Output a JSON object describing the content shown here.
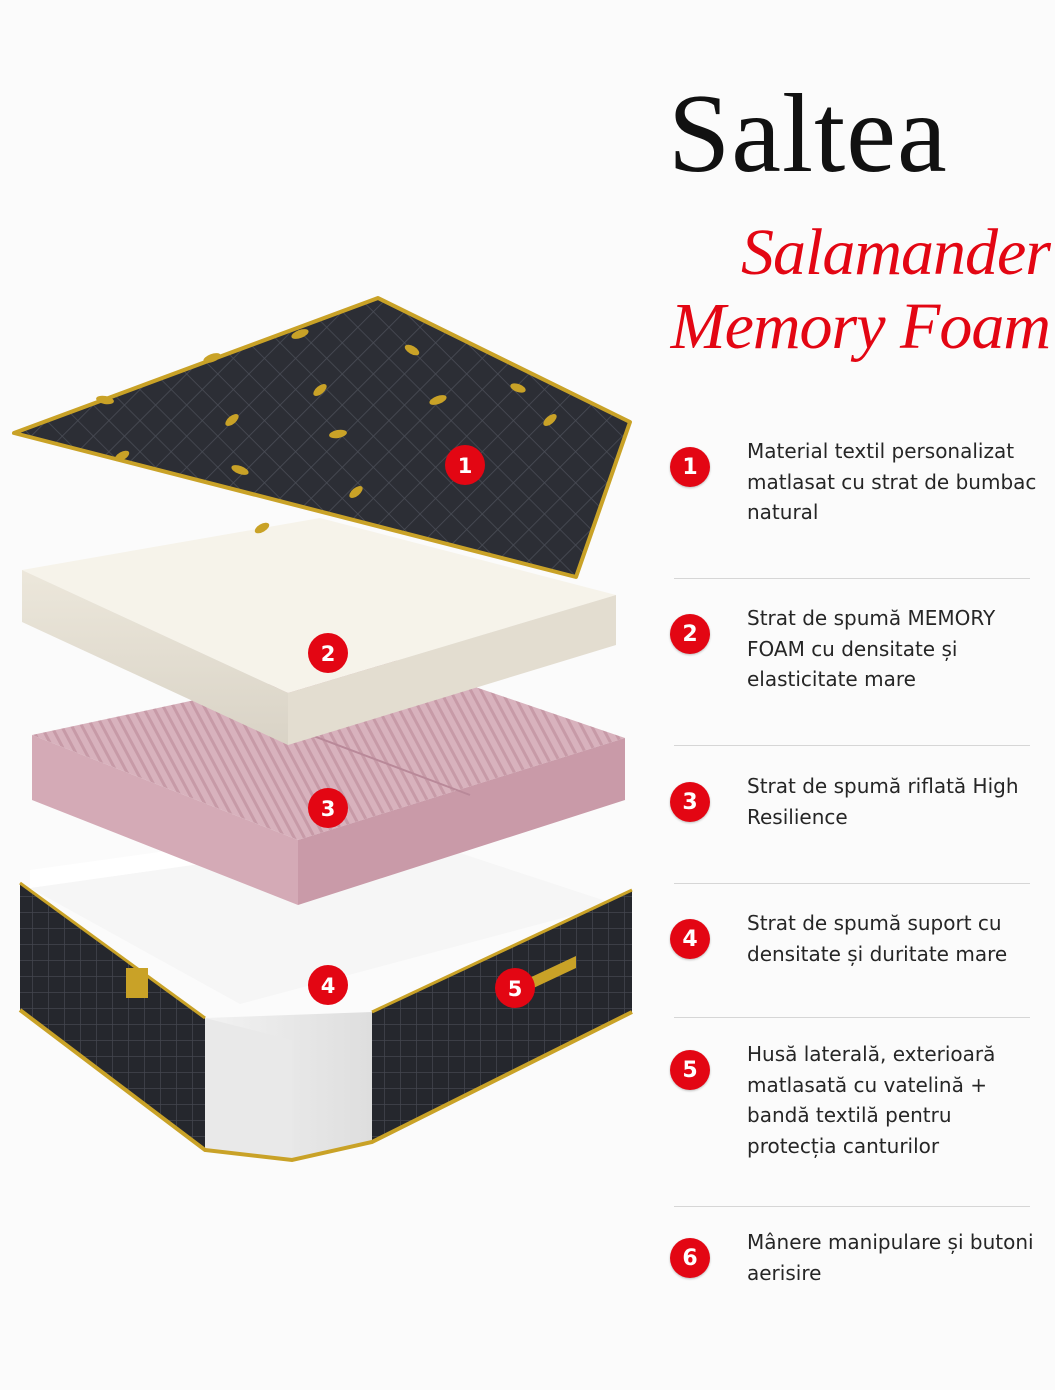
{
  "title": "Saltea",
  "subtitle_line1": "Salamander",
  "subtitle_line2": "Memory Foam",
  "accent_color": "#e30613",
  "features": [
    {
      "number": "1",
      "text": "Material textil personalizat matlasat cu strat de bumbac natural"
    },
    {
      "number": "2",
      "text": "Strat de spumă MEMORY FOAM cu densitate și elasticitate mare"
    },
    {
      "number": "3",
      "text": "Strat de spumă riflată High Resilience"
    },
    {
      "number": "4",
      "text": "Strat de spumă suport cu densitate și duritate mare"
    },
    {
      "number": "5",
      "text": "Husă laterală, exterioară matlasată cu vatelină + bandă textilă pentru protecția canturilor"
    },
    {
      "number": "6",
      "text": "Mânere manipulare și butoni aerisire"
    }
  ],
  "layer_markers": [
    "1",
    "2",
    "3",
    "4",
    "5"
  ],
  "layers": [
    {
      "name": "quilted-top-cover",
      "color": "#2b2d33",
      "trim_color": "#c9a227"
    },
    {
      "name": "memory-foam-layer",
      "color": "#f4f1e8"
    },
    {
      "name": "ribbed-hr-foam-layer",
      "color": "#d9b3be"
    },
    {
      "name": "support-foam-base",
      "color": "#f7f7f7"
    }
  ]
}
